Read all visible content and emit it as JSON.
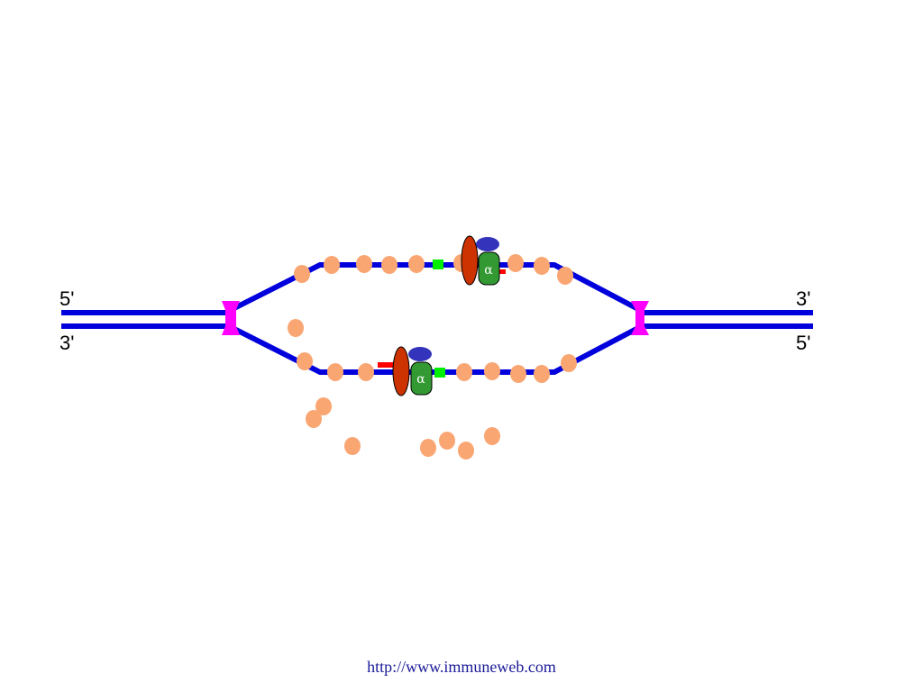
{
  "labels": {
    "left_top": "5'",
    "left_bottom": "3'",
    "right_top": "3'",
    "right_bottom": "5'"
  },
  "polymerase": {
    "symbol": "α"
  },
  "footer": {
    "url": "http://www.immuneweb.com"
  },
  "colors": {
    "dna_strand": "#0000dd",
    "helicase": "#ff00ff",
    "binding_protein": "#f9a673",
    "clamp": "#cc3300",
    "polymerase": "#339933",
    "cap": "#3333bb",
    "primer": "#ff0000",
    "marker": "#00ee00"
  }
}
